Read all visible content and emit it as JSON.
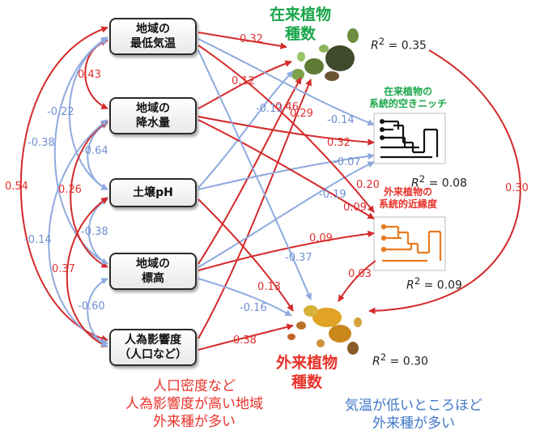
{
  "nodes": {
    "min_temp": {
      "line1": "地域の",
      "line2": "最低気温"
    },
    "precip": {
      "line1": "地域の",
      "line2": "降水量"
    },
    "soil_ph": {
      "line1": "土壌pH"
    },
    "elevation": {
      "line1": "地域の",
      "line2": "標高"
    },
    "human_impact": {
      "line1": "人為影響度",
      "line2": "（人口など）"
    }
  },
  "outcomes": {
    "native_richness": {
      "line1": "在来植物",
      "line2": "種数",
      "r2_value": "= 0.35"
    },
    "native_niche": {
      "line1": "在来植物の",
      "line2": "系統的空きニッチ",
      "r2_value": "= 0.08"
    },
    "alien_proximity": {
      "line1": "外来植物の",
      "line2": "系統的近縁度",
      "r2_value": "= 0.09"
    },
    "alien_richness": {
      "line1": "外来植物",
      "line2": "種数",
      "r2_value": "= 0.30"
    }
  },
  "r2_symbol": "R",
  "r2_sup": "2",
  "correlations": {
    "temp_precip": "0.43",
    "temp_ph": "-0.22",
    "temp_elev": "-0.38",
    "temp_human": "0.54",
    "precip_ph": "-0.64",
    "precip_elev": "0.26",
    "precip_human": "-0.14",
    "ph_elev": "-0.38",
    "ph_human": "0.37",
    "elev_human": "-0.60"
  },
  "paths": {
    "temp_native": "0.32",
    "precip_native": "0.12",
    "ph_native": "-0.13",
    "elev_native": "0.46",
    "human_native": "0.29",
    "temp_niche": "-0.14",
    "precip_niche": "0.32",
    "ph_niche": "-0.07",
    "elev_niche": "-0.19",
    "temp_prox": "0.20",
    "precip_prox": "0.09",
    "elev_prox": "0.09",
    "temp_alien": "-0.37",
    "ph_alien": "0.13",
    "elev_alien": "-0.16",
    "human_alien": "0.38",
    "prox_alien": "0.03",
    "native_alien": "0.30"
  },
  "notes": {
    "human": [
      "人口密度など",
      "人為影響度が高い地域",
      "外来種が多い"
    ],
    "temp": [
      "気温が低いところほど",
      "外来種が多い"
    ]
  },
  "colors": {
    "positive": "#d42a2a",
    "negative": "#8faadf",
    "native_title": "#1aa64a",
    "alien_title": "#e8322a",
    "note_red": "#e8322a",
    "note_blue": "#3f78c8",
    "tree_native": "#111111",
    "tree_alien": "#e87a1e"
  }
}
